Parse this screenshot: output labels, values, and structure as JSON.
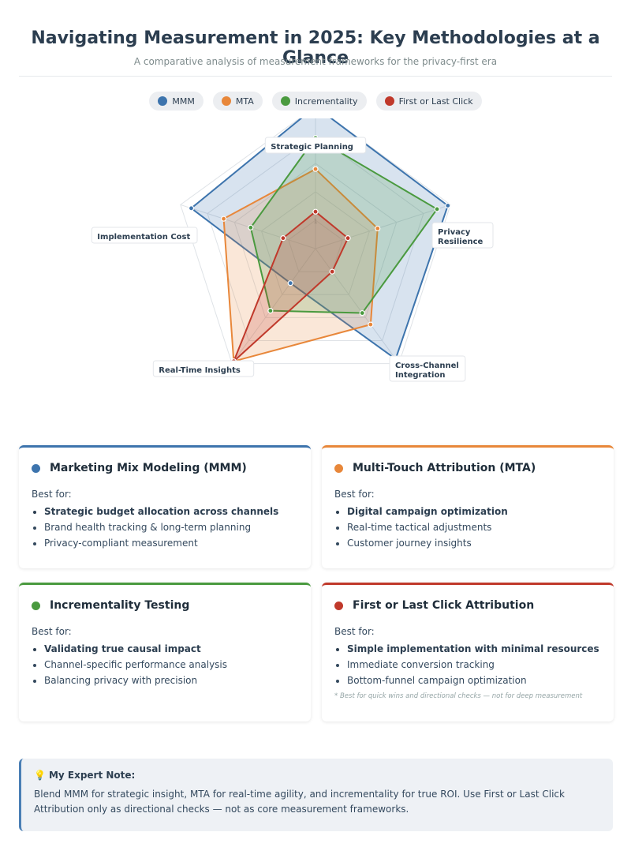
{
  "header": {
    "title": "Navigating Measurement in 2025: Key Methodologies at a Glance",
    "subtitle": "A comparative analysis of measurement frameworks for the privacy-first era"
  },
  "colors": {
    "mmm": "#3d74ad",
    "mta": "#e8873a",
    "incrementality": "#4a9a3f",
    "click": "#c0392b"
  },
  "chart_data": {
    "type": "radar",
    "axes": [
      "Strategic Planning",
      "Privacy Resilience",
      "Cross-Channel Integration",
      "Real-Time Insights",
      "Implementation Cost"
    ],
    "axis_labels": [
      "Strategic Planning",
      "Privacy\nResilience",
      "Cross-Channel\nIntegration",
      "Real-Time Insights",
      "Implementation Cost"
    ],
    "range": [
      0,
      5
    ],
    "tick_label": "1",
    "series": [
      {
        "name": "MMM",
        "color": "#3d74ad",
        "values": [
          5,
          4.9,
          4.8,
          1.5,
          4.6
        ]
      },
      {
        "name": "MTA",
        "color": "#e8873a",
        "values": [
          2.8,
          2.3,
          3.3,
          4.9,
          3.4
        ]
      },
      {
        "name": "Incrementality",
        "color": "#4a9a3f",
        "values": [
          3.9,
          4.5,
          2.8,
          2.7,
          2.4
        ]
      },
      {
        "name": "First or Last Click",
        "color": "#c0392b",
        "values": [
          1.3,
          1.2,
          1.0,
          4.9,
          1.2
        ]
      }
    ]
  },
  "cards": [
    {
      "title": "Marketing Mix Modeling (MMM)",
      "color": "#3d74ad",
      "best_for": "Best for:",
      "items": [
        "Strategic budget allocation across channels",
        "Brand health tracking & long-term planning",
        "Privacy-compliant measurement"
      ],
      "note": ""
    },
    {
      "title": "Multi-Touch Attribution (MTA)",
      "color": "#e8873a",
      "best_for": "Best for:",
      "items": [
        "Digital campaign optimization",
        "Real-time tactical adjustments",
        "Customer journey insights"
      ],
      "note": ""
    },
    {
      "title": "Incrementality Testing",
      "color": "#4a9a3f",
      "best_for": "Best for:",
      "items": [
        "Validating true causal impact",
        "Channel-specific performance analysis",
        "Balancing privacy with precision"
      ],
      "note": ""
    },
    {
      "title": "First or Last Click Attribution",
      "color": "#c0392b",
      "best_for": "Best for:",
      "items": [
        "Simple implementation with minimal resources",
        "Immediate conversion tracking",
        "Bottom-funnel campaign optimization"
      ],
      "note": "* Best for quick wins and directional checks — not for deep measurement"
    }
  ],
  "expert_note": {
    "icon": "💡",
    "title": "My Expert Note:",
    "text": "Blend MMM for strategic insight, MTA for real-time agility, and incrementality for true ROI. Use First or Last Click Attribution only as directional checks — not as core measurement frameworks."
  }
}
